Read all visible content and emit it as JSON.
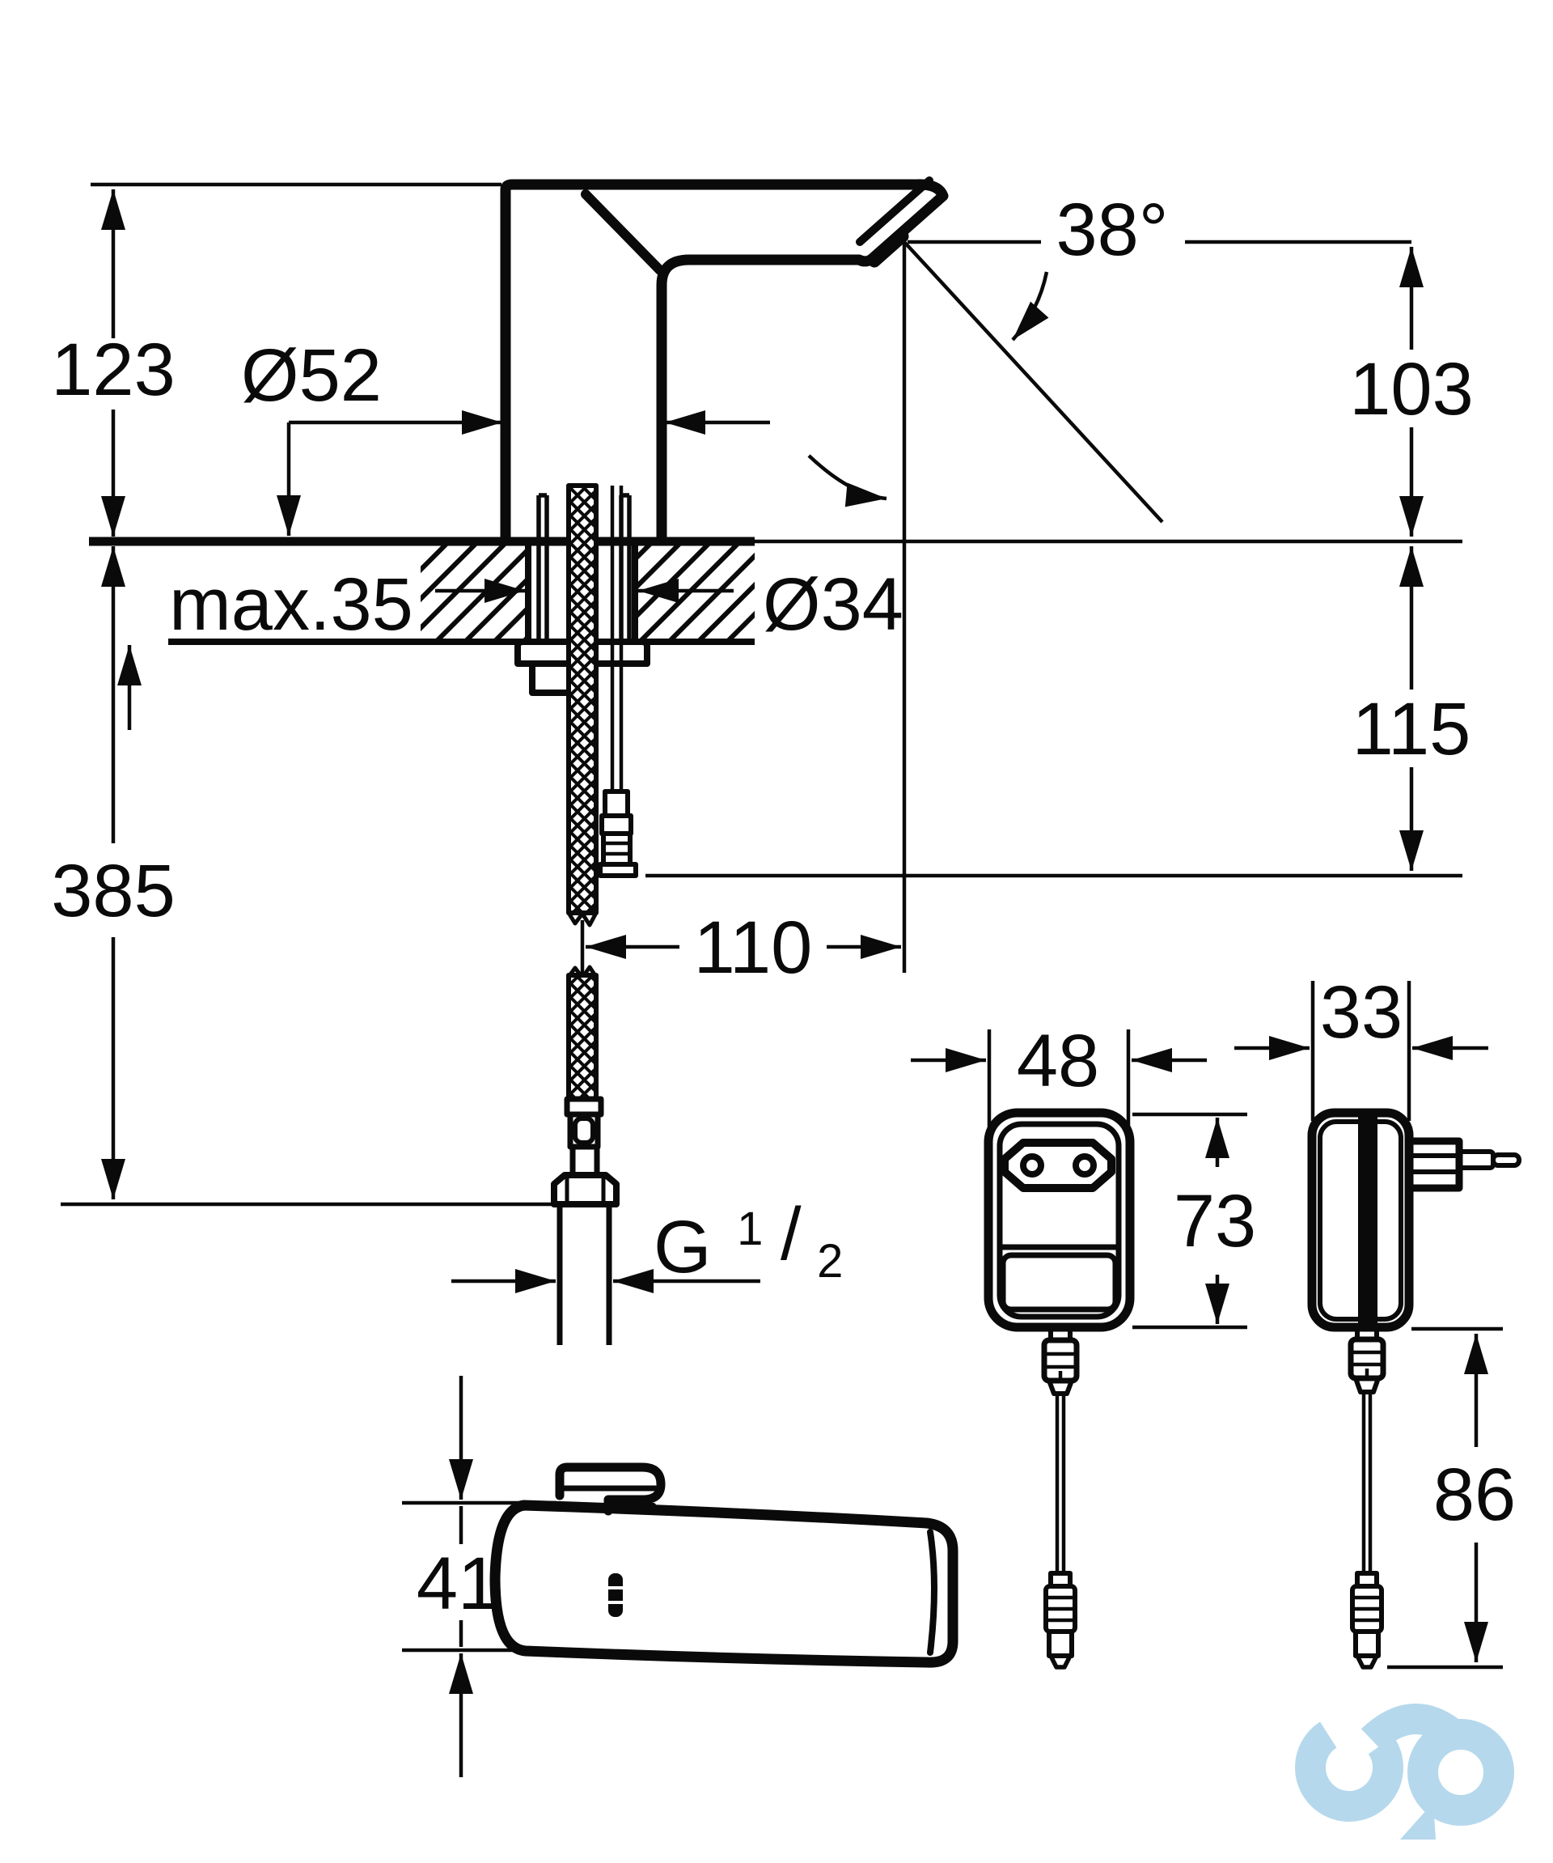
{
  "drawing": {
    "type": "faucet installation dimensional drawing",
    "labels": {
      "height_total": "123",
      "base_diameter": "Ø52",
      "deck_max_thickness": "max.35",
      "hole_diameter": "Ø34",
      "spout_angle": "38°",
      "spout_height": "103",
      "under_deck_depth": "115",
      "hose_length": "385",
      "hose_offset": "110",
      "thread_g": "G",
      "thread_num": "1",
      "thread_slash": "/",
      "thread_den": "2",
      "adapter_width": "48",
      "adapter_height": "73",
      "adapter_depth": "33",
      "adapter_cable": "86",
      "top_view_width": "41"
    },
    "colors": {
      "line": "#0a0a0a",
      "watermark": "#b5d8ec",
      "background": "#ffffff"
    },
    "icons": [
      "euro-plug-socket",
      "euro-plug-pin",
      "infinity-watermark"
    ]
  }
}
